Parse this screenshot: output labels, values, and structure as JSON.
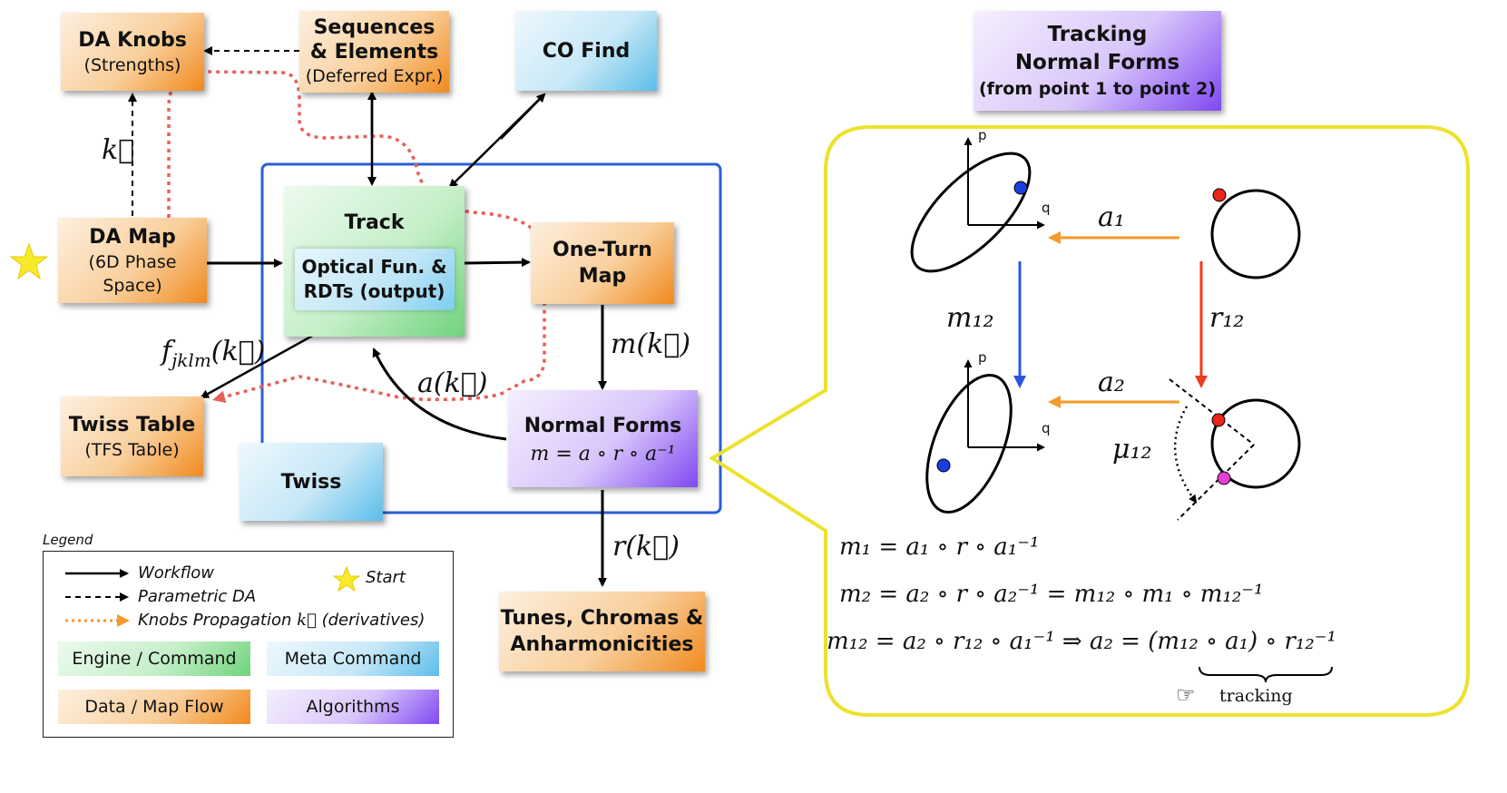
{
  "nodes": {
    "da_knobs": {
      "title": "DA Knobs",
      "sub": "(Strengths)"
    },
    "sequences": {
      "title": "Sequences\n& Elements",
      "sub": "(Deferred Expr.)"
    },
    "co_find": {
      "title": "CO Find"
    },
    "da_map": {
      "title": "DA Map",
      "sub": "(6D Phase Space)"
    },
    "track": {
      "title": "Track",
      "inner": "Optical Fun. &\nRDTs (output)"
    },
    "one_turn": {
      "title": "One-Turn\nMap"
    },
    "twiss_table": {
      "title": "Twiss Table",
      "sub": "(TFS Table)"
    },
    "normal_forms": {
      "title": "Normal Forms",
      "formula": "m = a ∘ r ∘ a⁻¹"
    },
    "twiss": {
      "title": "Twiss"
    },
    "tunes": {
      "title": "Tunes, Chromas &\nAnharmonicities"
    },
    "tracking_nf": {
      "title": "Tracking\nNormal Forms",
      "sub": "(from point 1 to point 2)"
    }
  },
  "edge_labels": {
    "k_vec": "k⃗",
    "f_jklm": "f",
    "f_sub": "jklm",
    "f_arg": "(k⃗)",
    "m_k": "m(k⃗)",
    "a_k": "a(k⃗)",
    "r_k": "r(k⃗)"
  },
  "panel": {
    "axis_p": "p",
    "axis_q": "q",
    "a1": "a₁",
    "a2": "a₂",
    "m12": "m₁₂",
    "r12": "r₁₂",
    "mu12": "μ₁₂",
    "eq1": "m₁ = a₁ ∘ r ∘ a₁⁻¹",
    "eq2": "m₂ = a₂ ∘ r ∘ a₂⁻¹ = m₁₂ ∘ m₁ ∘ m₁₂⁻¹",
    "eq3a": "m₁₂ = a₂ ∘ r₁₂ ∘ a₁⁻¹ ⇒ a₂ = ",
    "eq3b": "(m₁₂ ∘ a₁)",
    "eq3c": " ∘ r₁₂⁻¹",
    "tracking": "tracking",
    "hand": "☞"
  },
  "legend": {
    "title": "Legend",
    "workflow": "Workflow",
    "parametric": "Parametric DA",
    "knobs": "Knobs Propagation",
    "knobs_k": "k⃗",
    "knobs_deriv": "(derivatives)",
    "start": "Start",
    "engine": "Engine / Command",
    "meta": "Meta Command",
    "data": "Data / Map Flow",
    "algorithms": "Algorithms"
  },
  "colors": {
    "workflow": "#000000",
    "knobs": "#e8605a",
    "twiss_frame": "#2a5fd6",
    "panel_border": "#ece22e",
    "arrow_orange": "#f39a2a",
    "arrow_blue": "#2b55e0",
    "arrow_red": "#ee3b1e",
    "star": "#f7ea2b"
  }
}
